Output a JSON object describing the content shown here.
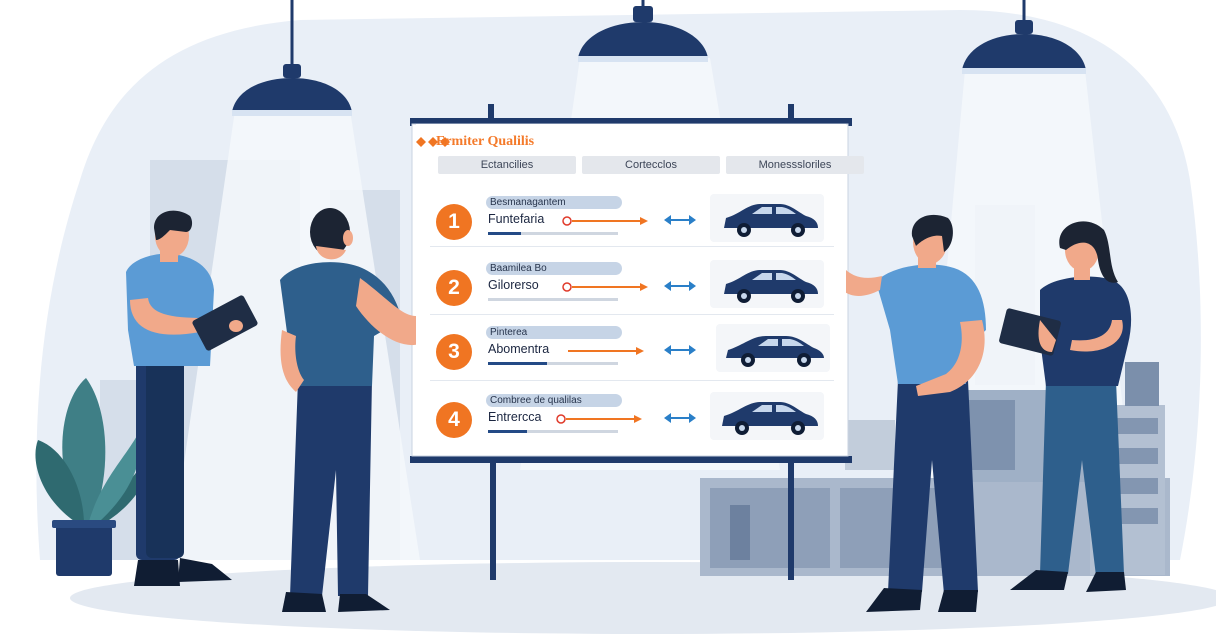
{
  "board": {
    "title": "Ermiter Qualilis",
    "column_headers": [
      "Ectancilies",
      "Cortecclos",
      "Monesssloriles"
    ],
    "rows": [
      {
        "number": "1",
        "tag": "Besmanagantem",
        "label": "Funtefaria",
        "progress": 0.25
      },
      {
        "number": "2",
        "tag": "Baamilea Bo",
        "label": "Gilorerso",
        "progress": 0.0
      },
      {
        "number": "3",
        "tag": "Pinterea",
        "label": "Abomentra",
        "progress": 0.45
      },
      {
        "number": "4",
        "tag": "Combree de qualilas",
        "label": "Entrercca",
        "progress": 0.3
      }
    ]
  },
  "icons": [
    "car-icon",
    "double-arrow-icon",
    "pendant-lamp-icon",
    "tablet-icon",
    "potted-plant-icon"
  ],
  "colors": {
    "navy": "#1f3a6b",
    "accent_orange": "#f07522",
    "shirt_blue": "#5b9bd5",
    "background_blue": "#e8eef6"
  }
}
